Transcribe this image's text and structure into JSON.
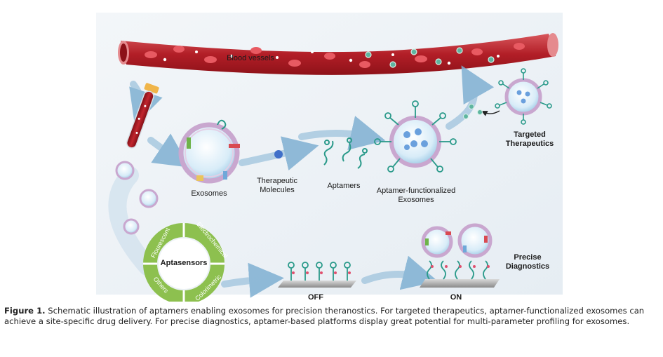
{
  "labels": {
    "blood_vessels": "Blood vessels",
    "exosomes": "Exosomes",
    "therapeutic_molecules": "Therapeutic\nMolecules",
    "aptamers": "Aptamers",
    "aptamer_functionalized": "Aptamer-functionalized\nExosomes",
    "targeted_therapeutics": "Targeted\nTherapeutics",
    "aptasensors": "Aptasensors",
    "flourescent": "Flourescent",
    "electrochemical": "Electrochemical",
    "colorimetric": "Colorimetric",
    "others": "Others",
    "off": "OFF",
    "on": "ON",
    "precise_diagnostics": "Precise\nDiagnostics"
  },
  "caption": {
    "label": "Figure 1.",
    "text": "Schematic illustration of aptamers enabling exosomes for precision theranostics. For targeted therapeutics, aptamer-functionalized exosomes can achieve a site-specific drug delivery. For precise diagnostics, aptamer-based platforms display great potential for multi-parameter profiling for exosomes."
  },
  "colors": {
    "background_panel": "#eef3f7",
    "vessel": "#b5232a",
    "arrow": "#8fb9d6",
    "ring": "#8dc04f",
    "aptamer": "#2a9a8a",
    "membrane": "#c9a7cf"
  }
}
